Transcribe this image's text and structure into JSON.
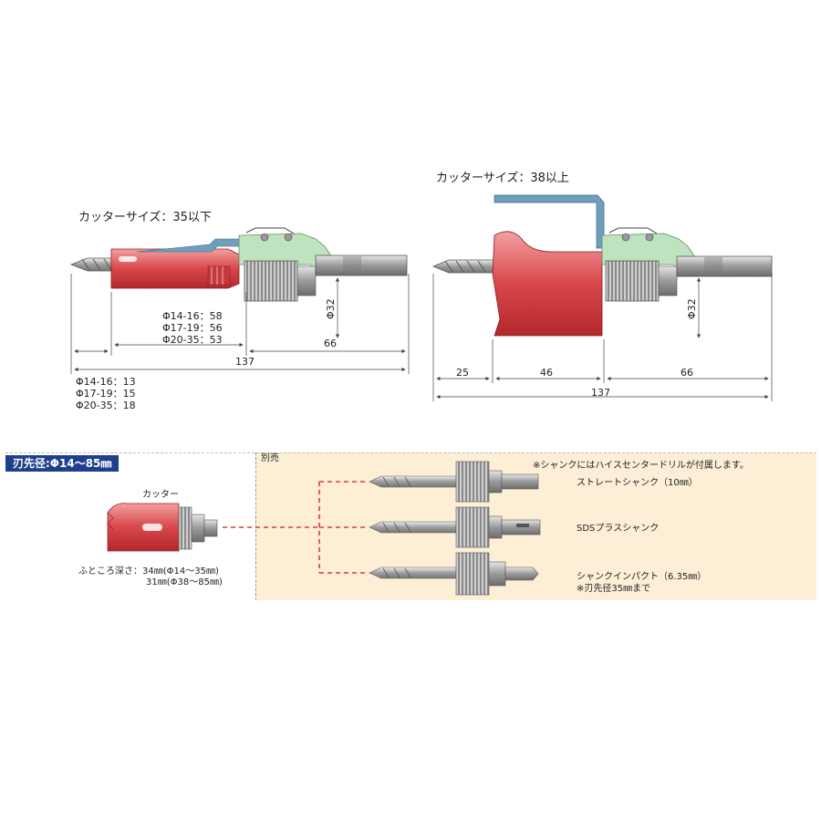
{
  "top_left": {
    "title": "カッターサイズ：35以下",
    "inner_depth": [
      "Φ14-16：58",
      "Φ17-19：56",
      "Φ20-35：53"
    ],
    "tip_length": [
      "Φ14-16：13",
      "Φ17-19：15",
      "Φ20-35：18"
    ],
    "dim_66": "66",
    "dim_137": "137",
    "dim_phi32": "Φ32"
  },
  "top_right": {
    "title": "カッターサイズ：38以上",
    "dim_25": "25",
    "dim_46": "46",
    "dim_66": "66",
    "dim_137": "137",
    "dim_phi32": "Φ32"
  },
  "bottom": {
    "badge": "刃先径:Φ14〜85㎜",
    "separate_label": "別売",
    "cutter_label": "カッター",
    "depth_line1": "ふところ深さ：34㎜(Φ14〜35㎜)",
    "depth_line2": "31㎜(Φ38〜85㎜)",
    "note": "※シャンクにはハイスセンタードリルが付属します。",
    "shanks": [
      {
        "label": "ストレートシャンク（10㎜）"
      },
      {
        "label": "SDSプラスシャンク"
      },
      {
        "label": "シャンクインパクト（6.35㎜）",
        "sub": "※刃先径35㎜まで"
      }
    ]
  },
  "colors": {
    "cutter_red": "#d8474b",
    "body_gray": "#9a9a9a",
    "accent_green": "#8cc48c",
    "accent_blue": "#6f9fbe",
    "badge_blue": "#1e3f8c",
    "panel_beige": "#fcefd6",
    "dash_red": "#e03a3a"
  }
}
